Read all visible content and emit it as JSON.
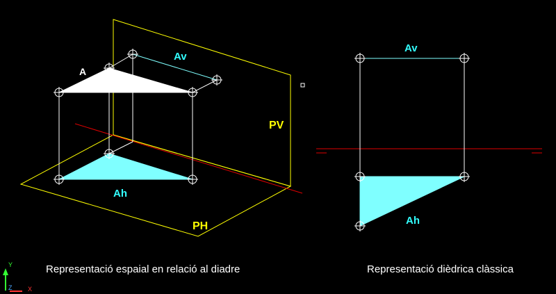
{
  "labels": {
    "point_a": "A",
    "av_left": "Av",
    "ah_left": "Ah",
    "pv": "PV",
    "ph": "PH",
    "av_right": "Av",
    "ah_right": "Ah"
  },
  "captions": {
    "left": "Representació espaial en relació al diadre",
    "right": "Representació dièdrica clàssica"
  },
  "ucs": {
    "y": "Y",
    "z": "Z",
    "x": "X"
  },
  "colors": {
    "background": "#000000",
    "plane_outline": "#ffff00",
    "ground_line": "#e00000",
    "projector": "#ffffff",
    "vertical_projection": "#7fffff",
    "horizontal_projection": "#7fffff",
    "label_cyan": "#33ffff",
    "label_yellow": "#ffff00",
    "label_white": "#ffffff"
  }
}
